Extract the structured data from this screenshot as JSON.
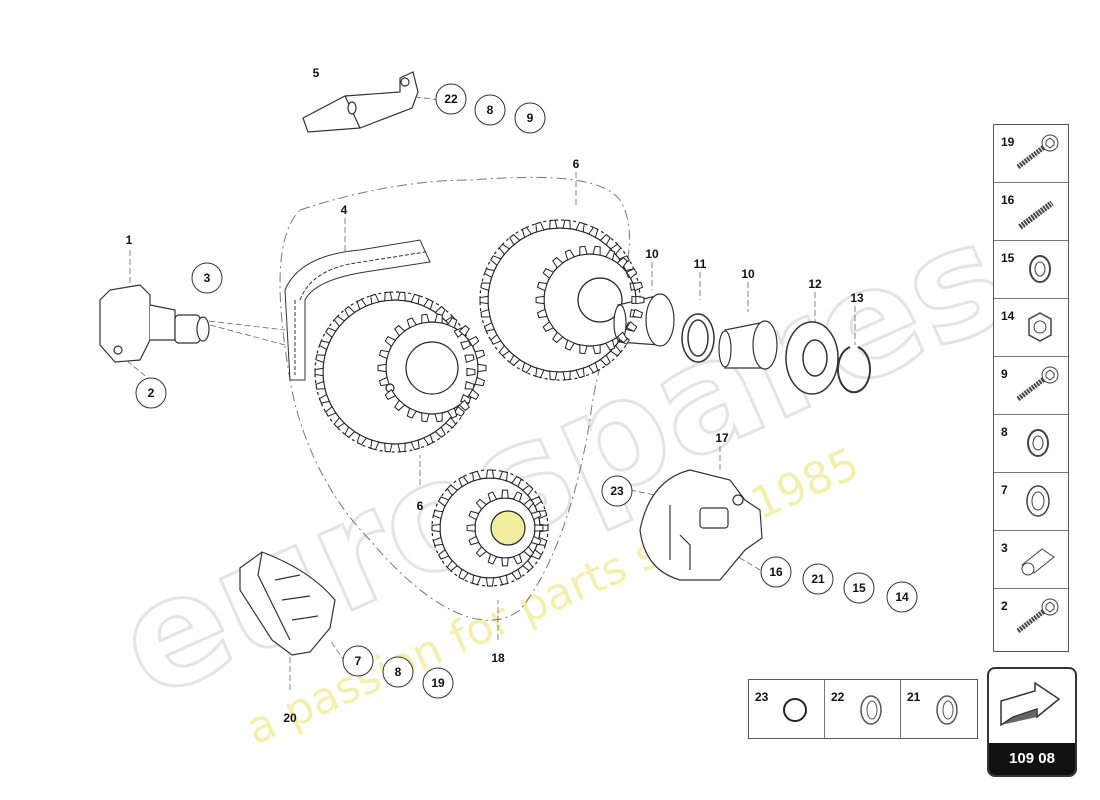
{
  "watermark": {
    "brand": "eurospares",
    "tagline": "a passion for parts since 1985",
    "brand_color": "#e8e8e8",
    "tagline_color": "#f3f0a0"
  },
  "callouts": {
    "c1": "1",
    "c2": "2",
    "c3": "3",
    "c4": "4",
    "c5": "5",
    "c6a": "6",
    "c6b": "6",
    "c7": "7",
    "c8a": "8",
    "c8b": "8",
    "c9": "9",
    "c10a": "10",
    "c10b": "10",
    "c11": "11",
    "c12": "12",
    "c13": "13",
    "c14": "14",
    "c15": "15",
    "c16": "16",
    "c17": "17",
    "c18": "18",
    "c19": "19",
    "c20": "20",
    "c21": "21",
    "c22": "22",
    "c23": "23"
  },
  "legend": [
    {
      "num": "19",
      "icon": "bolt-icon"
    },
    {
      "num": "16",
      "icon": "stud-icon"
    },
    {
      "num": "15",
      "icon": "split-washer-icon"
    },
    {
      "num": "14",
      "icon": "hex-nut-icon"
    },
    {
      "num": "9",
      "icon": "bolt-icon"
    },
    {
      "num": "8",
      "icon": "split-washer-icon"
    },
    {
      "num": "7",
      "icon": "washer-icon"
    },
    {
      "num": "3",
      "icon": "sleeve-icon"
    },
    {
      "num": "2",
      "icon": "bolt-icon"
    }
  ],
  "bottom_legend": [
    {
      "num": "23",
      "icon": "o-ring-icon"
    },
    {
      "num": "22",
      "icon": "seal-ring-icon"
    },
    {
      "num": "21",
      "icon": "seal-ring-icon"
    }
  ],
  "page_code": "109 08"
}
